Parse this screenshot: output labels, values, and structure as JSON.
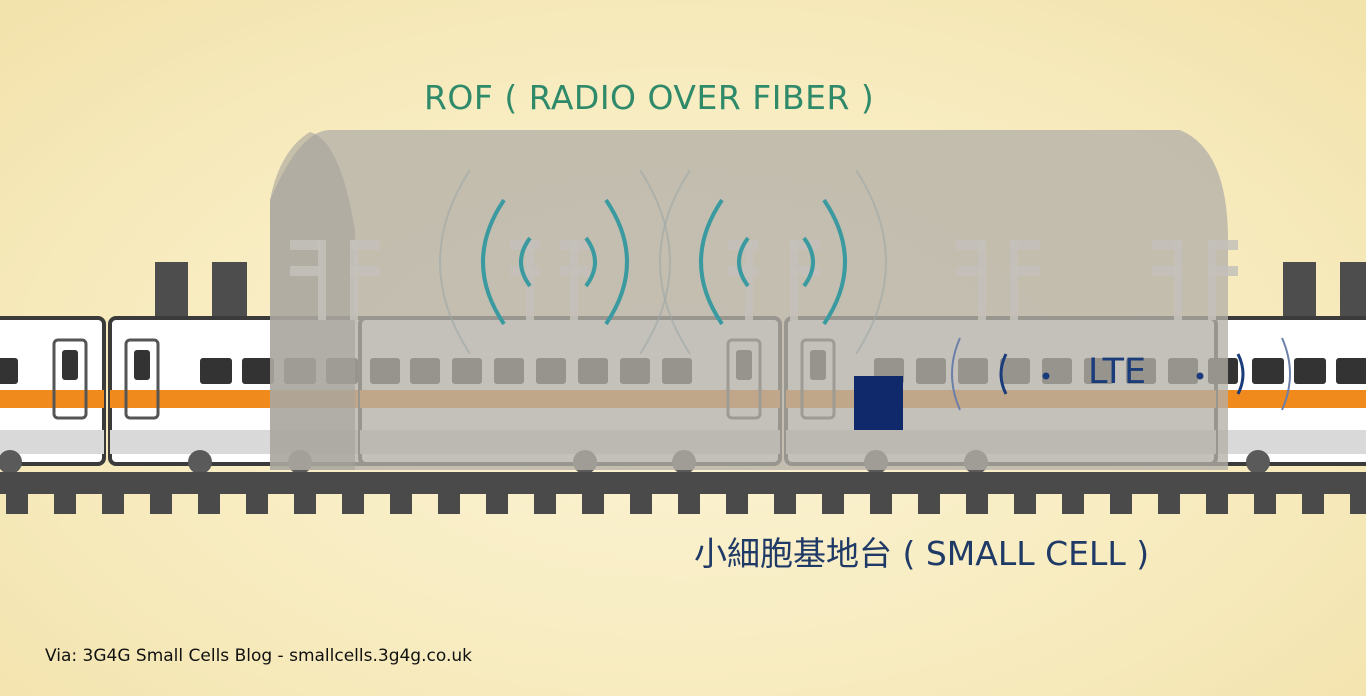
{
  "diagram": {
    "rof_label": "ROF ( RADIO OVER FIBER )",
    "lte_label": "LTE",
    "small_cell_label": "小細胞基地台 ( SMALL CELL )",
    "credit": "Via: 3G4G Small Cells Blog - smallcells.3g4g.co.uk",
    "colors": {
      "background": "#f7ebbe",
      "tunnel": "#b9b6ae",
      "train_stripe": "#f08a1c",
      "radio_waves": "#3a9aa0",
      "small_cell_box": "#10296b",
      "track": "#4a4a4a"
    },
    "icons": [
      "tunnel",
      "train",
      "radio-wave-icon",
      "small-cell-box",
      "antenna-mast",
      "railway-track"
    ]
  }
}
